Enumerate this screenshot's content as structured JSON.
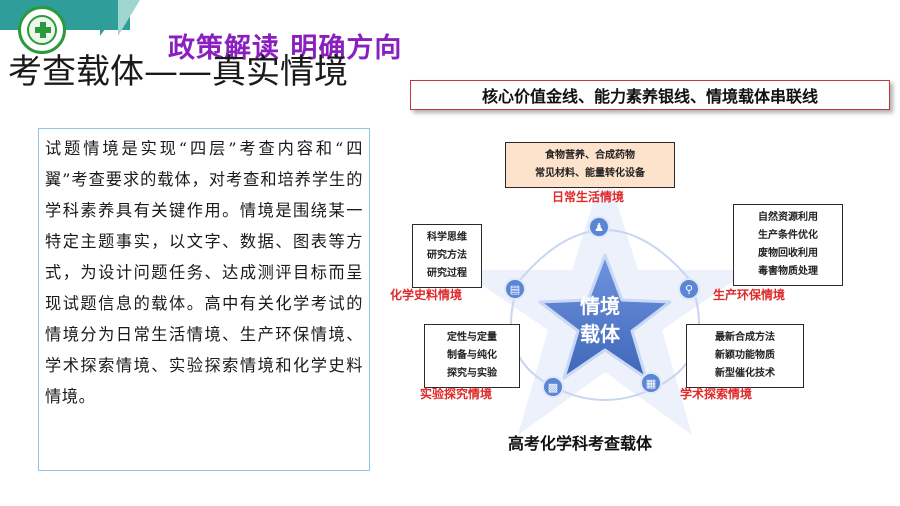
{
  "header": {
    "school_logo_icon": "school-seal-icon",
    "banner": "政策解读  明确方向"
  },
  "title": "考查载体——真实情境",
  "body_text": "试题情境是实现“四层”考查内容和“四翼”考查要求的载体，对考查和培养学生的学科素养具有关键作用。情境是围绕某一特定主题事实，以文字、数据、图表等方式，为设计问题任务、达成测评目标而呈现试题信息的载体。高中有关化学考试的情境分为日常生活情境、生产环保情境、学术探索情境、实验探索情境和化学史料情境。",
  "right_title": "核心价值金线、能力素养银线、情境载体串联线",
  "diagram": {
    "center": [
      "情境",
      "载体"
    ],
    "top": {
      "label": "日常生活情境",
      "lines": [
        "食物营养、合成药物",
        "常见材料、能量转化设备"
      ],
      "icon": "people-icon"
    },
    "right": {
      "label": "生产环保情境",
      "lines": [
        "自然资源利用",
        "生产条件优化",
        "废物回收利用",
        "毒害物质处理"
      ],
      "icon": "location-pin-icon"
    },
    "bottom_right": {
      "label": "学术探索情境",
      "lines": [
        "最新合成方法",
        "新颖功能物质",
        "新型催化技术"
      ],
      "icon": "academic-icon"
    },
    "bottom_left": {
      "label": "实验探究情境",
      "lines": [
        "定性与定量",
        "制备与纯化",
        "探究与实验"
      ],
      "icon": "building-icon"
    },
    "left": {
      "label": "化学史料情境",
      "lines": [
        "科学思维",
        "研究方法",
        "研究过程"
      ],
      "icon": "document-icon"
    },
    "caption": "高考化学科考查载体"
  },
  "colors": {
    "banner": "#8a1fc0",
    "teal": "#2f9e9a",
    "star": "#4f79c8",
    "label_red": "#e02a2a",
    "box_peach": "#fde2cc"
  }
}
